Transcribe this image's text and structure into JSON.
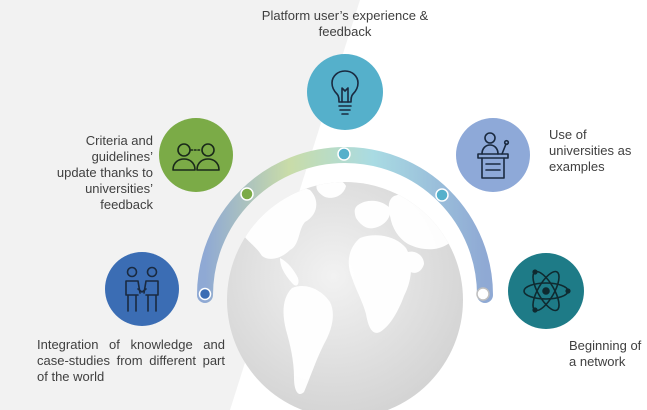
{
  "diagram": {
    "nodes": [
      {
        "id": "knowledge",
        "label": "Integration of knowledge and case-studies from different part of the world",
        "icon": "handshake-people-icon",
        "color": "#3b6db4"
      },
      {
        "id": "criteria",
        "label": "Criteria and guidelines’ update thanks to universities’ feedback",
        "icon": "conversation-people-icon",
        "color": "#7bab47"
      },
      {
        "id": "platform",
        "label": "Platform user’s experience & feedback",
        "icon": "lightbulb-icon",
        "color": "#55b0cb"
      },
      {
        "id": "universities",
        "label": "Use of universities as examples",
        "icon": "speaker-podium-icon",
        "color": "#8ea9d8"
      },
      {
        "id": "network",
        "label": "Beginning of a network",
        "icon": "atom-icon",
        "color": "#1e7b87"
      }
    ],
    "arc_gradient": [
      "#8fa9d4",
      "#c9dca8",
      "#a9dbe3",
      "#8fa9d4"
    ]
  }
}
